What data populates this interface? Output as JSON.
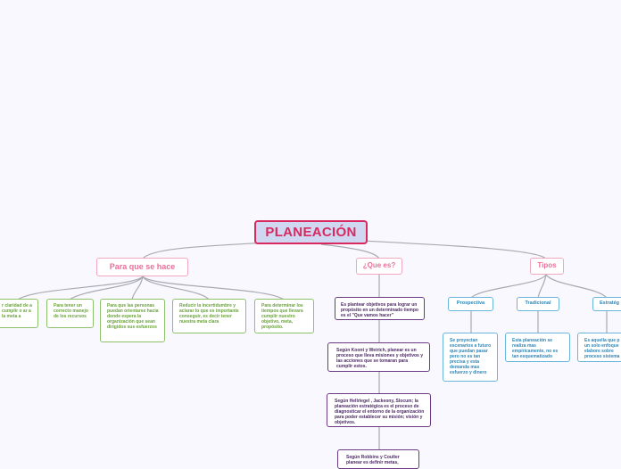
{
  "root": {
    "title": "PLANEACIÓN"
  },
  "colors": {
    "background": "#f8f8fe",
    "root_fill": "#cfd8f0",
    "root_accent": "#d9285f",
    "branch_pink": "#e8709a",
    "green": "#6aa33c",
    "purple": "#4d2b66",
    "blue": "#2f86b8",
    "connector": "#a9a9b3"
  },
  "branches": {
    "para_que": {
      "label": "Para que se hace",
      "leaves": [
        "r claridad de a cumplir o ar a la meta a",
        "Para tener un correcto manejo de los recursos",
        "Para que las personas puedan orientarse hacia donde espera la organización que sean dirigidos sus esfuerzos",
        "Reducir la incertidumbre y aclarar lo que es importante conseguir, es decir tener nuestra meta clara",
        "Para determinar los tiempos que llevara cumplir nuestro objetivo, meta, propósito."
      ]
    },
    "que_es": {
      "label": "¿Que es?",
      "leaves": [
        "Es plantear objetivos para lograr un propósito en un determinado tiempo es el \"Que vamos hacer\"",
        "Según Koont y Weirich, planear es un proceso que lleva misiones y objetivos y las acciones que se tomaran para cumplir estos.",
        "Según Hellriegel , Jackeony, Slocum; la planeación estratégica es el proceso de diagnosticar el entorno de la organización para poder establecer su misión; visión y objetivos.",
        "Según Robbins y Coulter planear es definir metas,"
      ]
    },
    "tipos": {
      "label": "Tipos",
      "subs": [
        {
          "label": "Prospectiva",
          "text": "Se proyectan escenarios a futuro que puedan pasar pero no es tan precisa y esta demanda mas esfuerzo y dinero"
        },
        {
          "label": "Tradicional",
          "text": "Esta planeación se realiza mas empíricamente, no es tan esquematizado"
        },
        {
          "label": "Estratég",
          "text": "Es aquella que p un solo enfoque elabore sobre proceso sistema"
        }
      ]
    }
  }
}
